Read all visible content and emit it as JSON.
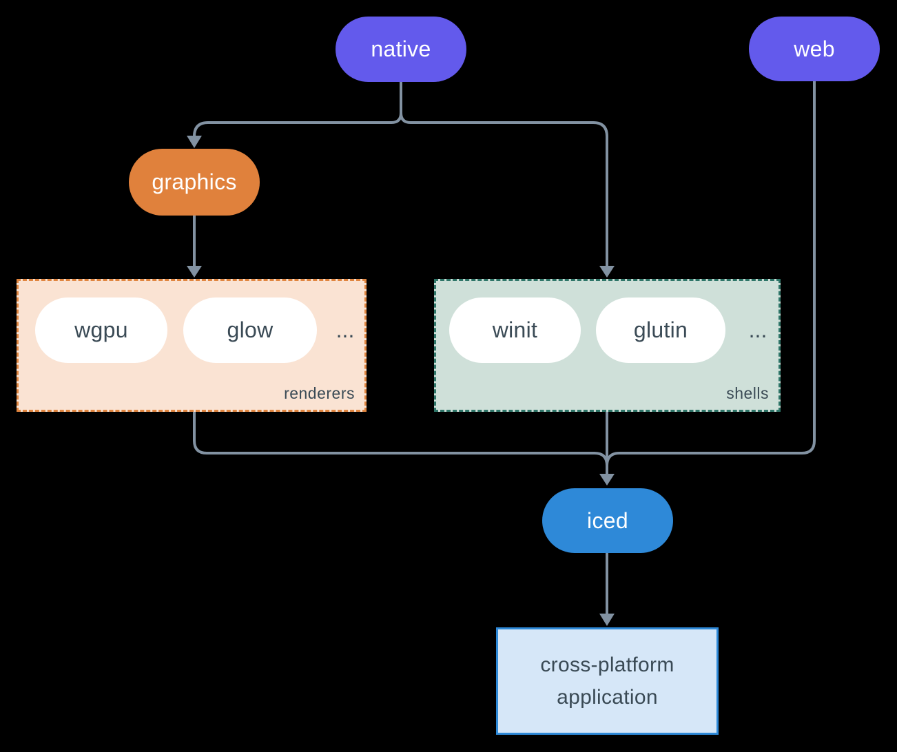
{
  "nodes": {
    "native": "native",
    "web": "web",
    "graphics": "graphics",
    "iced": "iced",
    "app": "cross-platform application"
  },
  "renderers": {
    "label": "renderers",
    "items": [
      "wgpu",
      "glow"
    ],
    "more": "..."
  },
  "shells": {
    "label": "shells",
    "items": [
      "winit",
      "glutin"
    ],
    "more": "..."
  },
  "colors": {
    "background": "#000000",
    "platform-fill": "#635aec",
    "graphics-fill": "#e0813c",
    "iced-fill": "#2e89d8",
    "renderers-bg": "#fae3d3",
    "renderers-border": "#e0853f",
    "shells-bg": "#cfe0d9",
    "shells-border": "#2e7568",
    "app-bg": "#d6e7f8",
    "app-border": "#2e89d8",
    "pill-white": "#ffffff",
    "text-light": "#ffffff",
    "text-dark": "#3a4a55",
    "line": "#8292a2"
  }
}
